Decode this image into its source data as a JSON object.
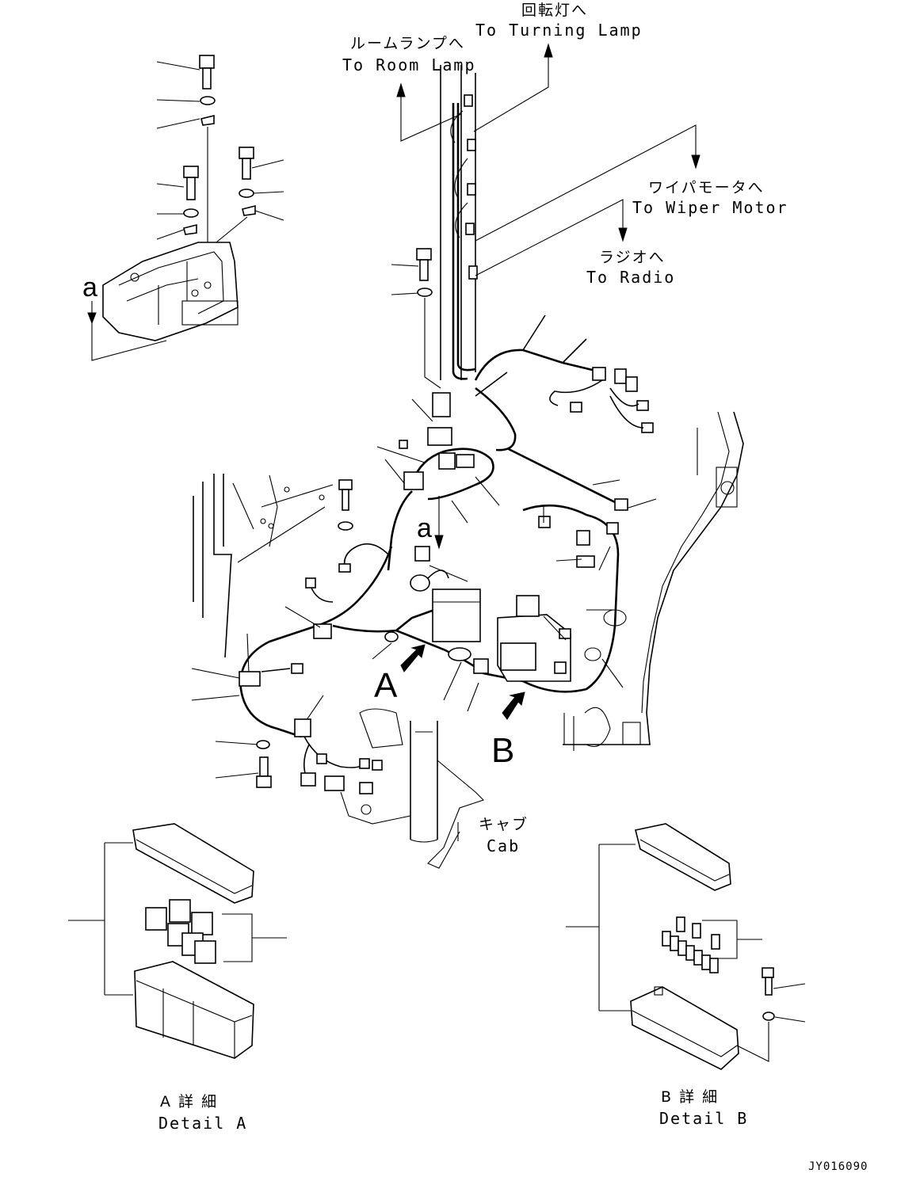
{
  "labels": {
    "turning_lamp_jp": "回転灯へ",
    "turning_lamp_en": "To Turning Lamp",
    "room_lamp_jp": "ルームランプへ",
    "room_lamp_en": "To Room Lamp",
    "wiper_motor_jp": "ワイパモータへ",
    "wiper_motor_en": "To Wiper Motor",
    "radio_jp": "ラジオへ",
    "radio_en": "To Radio",
    "cab_jp": "キャブ",
    "cab_en": "Cab",
    "detail_a_jp": "A 詳 細",
    "detail_a_en": "Detail A",
    "detail_b_jp": "B 詳 細",
    "detail_b_en": "Detail B"
  },
  "callouts": {
    "a_upper": "a",
    "a_lower": "a",
    "view_a": "A",
    "view_b": "B"
  },
  "drawing_code": "JY016090"
}
